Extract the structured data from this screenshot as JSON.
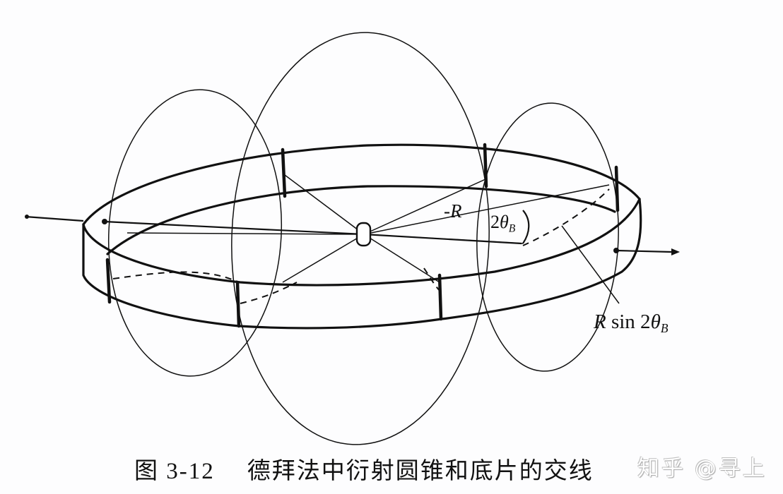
{
  "figure": {
    "title": "德拜法中衍射圆锥和底片的交线",
    "number": "图 3-12",
    "subject": "Debye-Scherrer method: intersection of diffraction cones with cylindrical film strip"
  },
  "labels": {
    "radius": {
      "prefix": "-",
      "symbol": "R"
    },
    "angle": {
      "text": "2θ",
      "subscript": "B"
    },
    "arc_radius": {
      "symbol": "R",
      "func": " sin 2θ",
      "subscript": "B"
    }
  },
  "caption": {
    "number": "图 3-12",
    "text": "德拜法中衍射圆锥和底片的交线"
  },
  "watermark": {
    "text": "知乎 @寻上"
  },
  "elements": {
    "incident_beam": "incoming X-ray beam arrow (left)",
    "transmitted_beam": "outgoing beam arrow (right)",
    "specimen": "small cylindrical sample at center",
    "film": "cylindrical film strip (ring)",
    "cones": [
      "left diffraction cone ellipse",
      "central diffraction cone ellipse",
      "right diffraction cone ellipse"
    ]
  },
  "colors": {
    "line": "#111111",
    "background": "#fdfdfe"
  }
}
